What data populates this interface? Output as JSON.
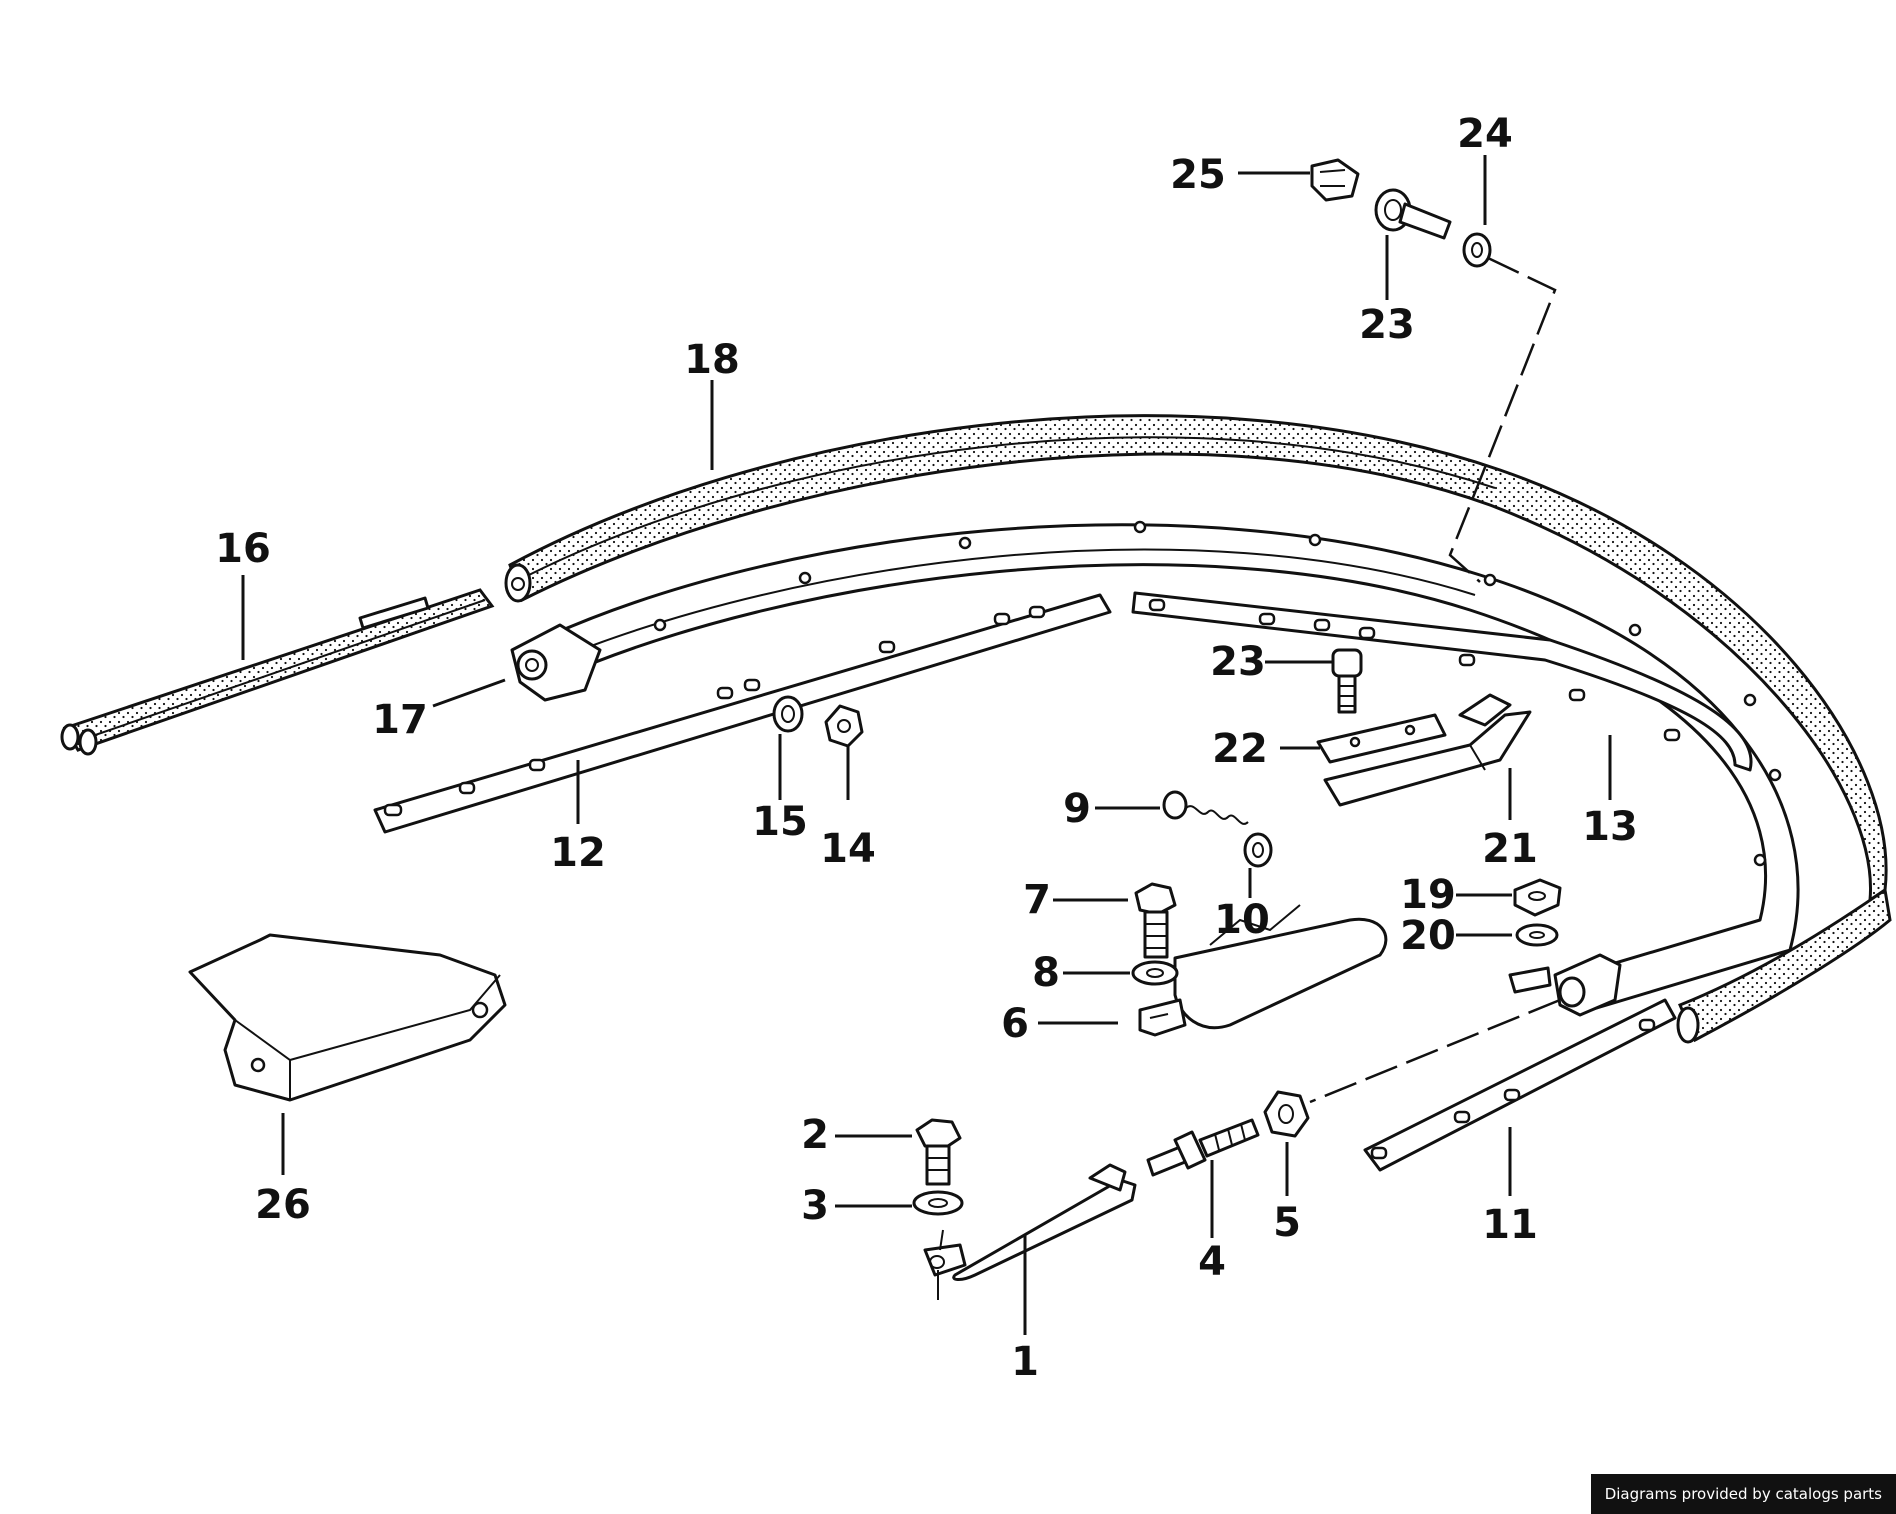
{
  "diagram": {
    "callouts": [
      {
        "id": "1",
        "label": "1"
      },
      {
        "id": "2",
        "label": "2"
      },
      {
        "id": "3",
        "label": "3"
      },
      {
        "id": "4",
        "label": "4"
      },
      {
        "id": "5",
        "label": "5"
      },
      {
        "id": "6",
        "label": "6"
      },
      {
        "id": "7",
        "label": "7"
      },
      {
        "id": "8",
        "label": "8"
      },
      {
        "id": "9",
        "label": "9"
      },
      {
        "id": "10",
        "label": "10"
      },
      {
        "id": "11",
        "label": "11"
      },
      {
        "id": "12",
        "label": "12"
      },
      {
        "id": "13",
        "label": "13"
      },
      {
        "id": "14",
        "label": "14"
      },
      {
        "id": "15",
        "label": "15"
      },
      {
        "id": "16",
        "label": "16"
      },
      {
        "id": "17",
        "label": "17"
      },
      {
        "id": "18",
        "label": "18"
      },
      {
        "id": "19",
        "label": "19"
      },
      {
        "id": "20",
        "label": "20"
      },
      {
        "id": "21",
        "label": "21"
      },
      {
        "id": "22",
        "label": "22"
      },
      {
        "id": "23a",
        "label": "23"
      },
      {
        "id": "23b",
        "label": "23"
      },
      {
        "id": "24",
        "label": "24"
      },
      {
        "id": "25",
        "label": "25"
      },
      {
        "id": "26",
        "label": "26"
      }
    ]
  },
  "footer": {
    "credit": "Diagrams provided by catalogs parts"
  },
  "colors": {
    "ink": "#111111",
    "paper": "#ffffff",
    "banner_background": "#111111",
    "banner_text": "#ffffff"
  }
}
